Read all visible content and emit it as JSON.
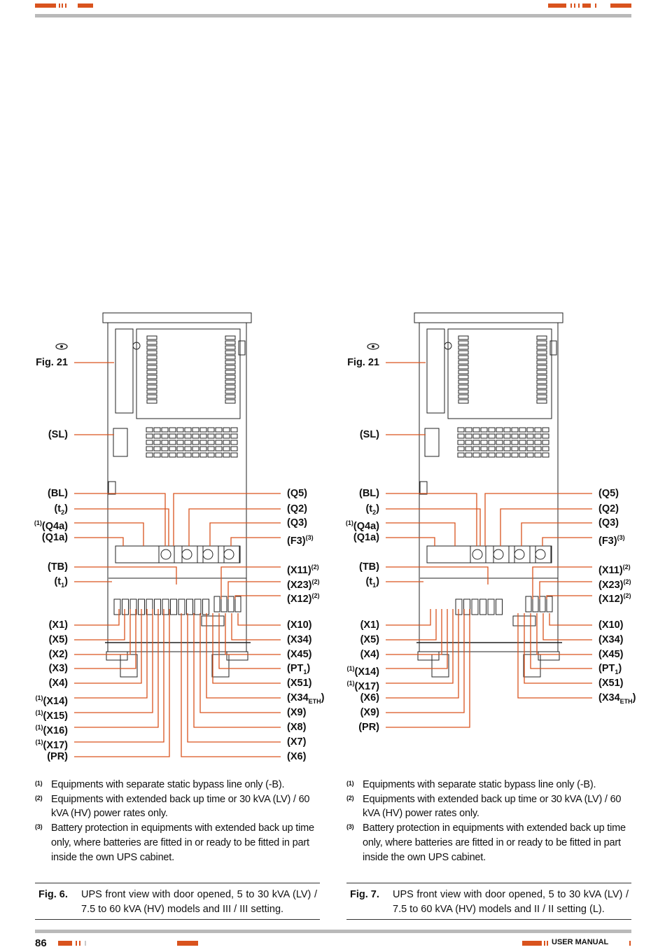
{
  "header": {},
  "figures": [
    {
      "id": "fig6",
      "eye_label": "Fig. 21",
      "left_labels": [
        {
          "text": "(SL)",
          "sup": ""
        },
        {
          "text": "(BL)",
          "sup": ""
        },
        {
          "text": "(t₂)",
          "sup": ""
        },
        {
          "text": "(Q4a)",
          "sup": "(1)"
        },
        {
          "text": "(Q1a)",
          "sup": ""
        },
        {
          "text": "(TB)",
          "sup": ""
        },
        {
          "text": "(t₁)",
          "sup": ""
        },
        {
          "text": "(X1)",
          "sup": ""
        },
        {
          "text": "(X5)",
          "sup": ""
        },
        {
          "text": "(X2)",
          "sup": ""
        },
        {
          "text": "(X3)",
          "sup": ""
        },
        {
          "text": "(X4)",
          "sup": ""
        },
        {
          "text": "(X14)",
          "sup": "(1)"
        },
        {
          "text": "(X15)",
          "sup": "(1)"
        },
        {
          "text": "(X16)",
          "sup": "(1)"
        },
        {
          "text": "(X17)",
          "sup": "(1)"
        },
        {
          "text": "(PR)",
          "sup": ""
        }
      ],
      "right_labels": [
        {
          "text": "(Q5)",
          "sup": ""
        },
        {
          "text": "(Q2)",
          "sup": ""
        },
        {
          "text": "(Q3)",
          "sup": ""
        },
        {
          "text": "(F3)",
          "sup": "(3)"
        },
        {
          "text": "(X11)",
          "sup": "(2)"
        },
        {
          "text": "(X23)",
          "sup": "(2)"
        },
        {
          "text": "(X12)",
          "sup": "(2)"
        },
        {
          "text": "(X10)",
          "sup": ""
        },
        {
          "text": "(X34)",
          "sup": ""
        },
        {
          "text": "(X45)",
          "sup": ""
        },
        {
          "text": "(PT₁)",
          "sup": ""
        },
        {
          "text": "(X51)",
          "sup": ""
        },
        {
          "text": "(X34ETH)",
          "sup": ""
        },
        {
          "text": "(X9)",
          "sup": ""
        },
        {
          "text": "(X8)",
          "sup": ""
        },
        {
          "text": "(X7)",
          "sup": ""
        },
        {
          "text": "(X6)",
          "sup": ""
        }
      ],
      "notes": [
        {
          "mark": "(1)",
          "text": "Equipments with separate static bypass line only (-B)."
        },
        {
          "mark": "(2)",
          "text": "Equipments with extended back up time or 30 kVA (LV) / 60 kVA (HV) power rates only."
        },
        {
          "mark": "(3)",
          "text": "Battery protection in equipments with extended back up time only, where batteries are fitted in or ready to be fitted in part inside the own UPS cabinet."
        }
      ],
      "caption_fig": "Fig. 6.",
      "caption_text": "UPS front view with door opened, 5 to 30 kVA (LV) / 7.5 to 60 kVA (HV) models and III / III setting."
    },
    {
      "id": "fig7",
      "eye_label": "Fig. 21",
      "left_labels": [
        {
          "text": "(SL)",
          "sup": ""
        },
        {
          "text": "(BL)",
          "sup": ""
        },
        {
          "text": "(t₂)",
          "sup": ""
        },
        {
          "text": "(Q4a)",
          "sup": "(1)"
        },
        {
          "text": "(Q1a)",
          "sup": ""
        },
        {
          "text": "(TB)",
          "sup": ""
        },
        {
          "text": "(t₁)",
          "sup": ""
        },
        {
          "text": "(X1)",
          "sup": ""
        },
        {
          "text": "(X5)",
          "sup": ""
        },
        {
          "text": "(X4)",
          "sup": ""
        },
        {
          "text": "(X14)",
          "sup": "(1)"
        },
        {
          "text": "(X17)",
          "sup": "(1)"
        },
        {
          "text": "(X6)",
          "sup": ""
        },
        {
          "text": "(X9)",
          "sup": ""
        },
        {
          "text": "(PR)",
          "sup": ""
        }
      ],
      "right_labels": [
        {
          "text": "(Q5)",
          "sup": ""
        },
        {
          "text": "(Q2)",
          "sup": ""
        },
        {
          "text": "(Q3)",
          "sup": ""
        },
        {
          "text": "(F3)",
          "sup": "(3)"
        },
        {
          "text": "(X11)",
          "sup": "(2)"
        },
        {
          "text": "(X23)",
          "sup": "(2)"
        },
        {
          "text": "(X12)",
          "sup": "(2)"
        },
        {
          "text": "(X10)",
          "sup": ""
        },
        {
          "text": "(X34)",
          "sup": ""
        },
        {
          "text": "(X45)",
          "sup": ""
        },
        {
          "text": "(PT₁)",
          "sup": ""
        },
        {
          "text": "(X51)",
          "sup": ""
        },
        {
          "text": "(X34ETH)",
          "sup": ""
        }
      ],
      "notes": [
        {
          "mark": "(1)",
          "text": "Equipments with separate static bypass line only (-B)."
        },
        {
          "mark": "(2)",
          "text": "Equipments with extended back up time or 30 kVA (LV) / 60 kVA (HV) power rates only."
        },
        {
          "mark": "(3)",
          "text": "Battery protection in equipments with extended back up time only, where batteries are fitted in or ready to be fitted in part inside the own UPS cabinet."
        }
      ],
      "caption_fig": "Fig. 7.",
      "caption_text": "UPS front view with door opened, 5 to 30 kVA (LV) / 7.5 to 60 kVA (HV) models and II / II setting (L)."
    }
  ],
  "footer": {
    "page_number": "86",
    "manual_label": "USER MANUAL"
  },
  "colors": {
    "accent": "#d9531e",
    "rule": "#b9b9b9",
    "drawing": "#222222"
  }
}
